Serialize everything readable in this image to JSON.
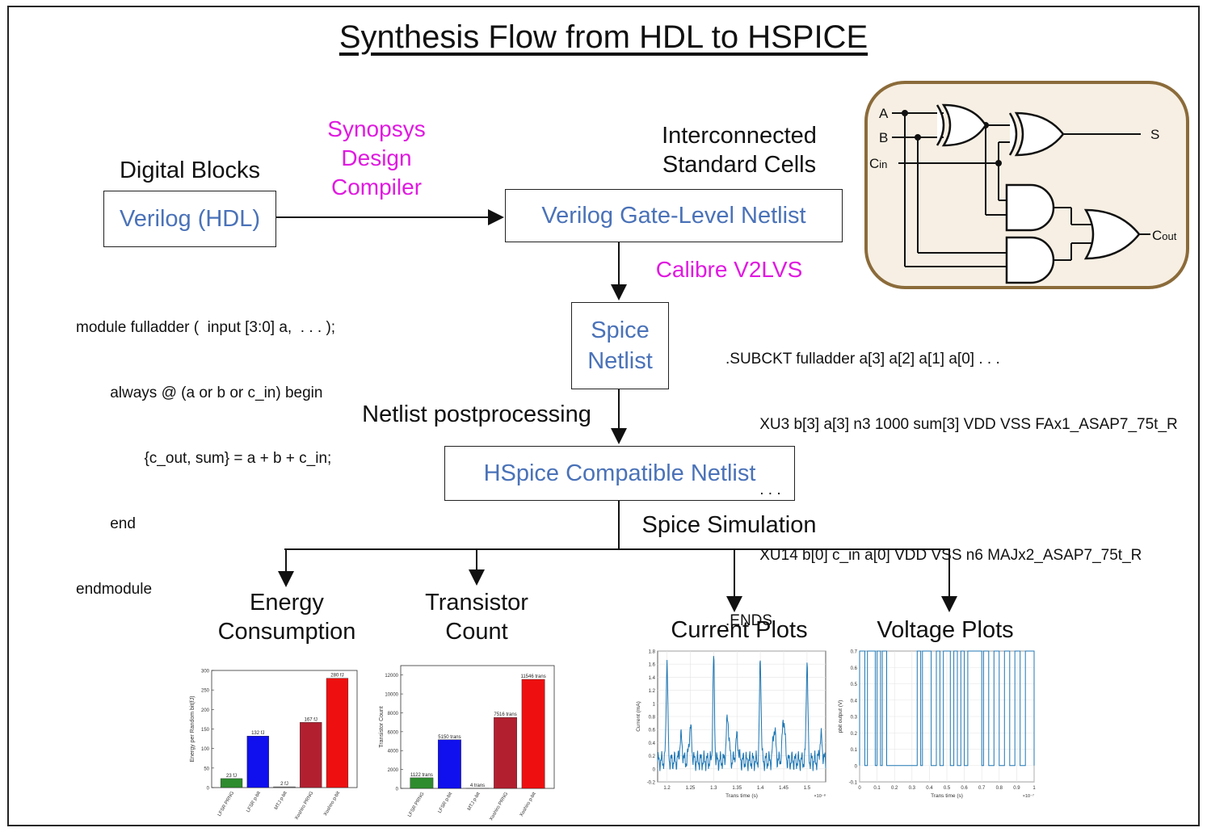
{
  "title": "Synthesis Flow from HDL to HSPICE",
  "nodes": {
    "digital_blocks_label": "Digital Blocks",
    "verilog_hdl": "Verilog (HDL)",
    "synopsys_tool": [
      "Synopsys",
      "Design",
      "Compiler"
    ],
    "interconnected_label": [
      "Interconnected",
      "Standard Cells"
    ],
    "gate_level_netlist": "Verilog Gate-Level Netlist",
    "calibre_tool": "Calibre V2LVS",
    "spice_netlist": [
      "Spice",
      "Netlist"
    ],
    "postprocessing_label": "Netlist postprocessing",
    "hspice_netlist": "HSpice Compatible Netlist",
    "spice_simulation_label": "Spice Simulation"
  },
  "verilog_code": [
    "module fulladder (  input [3:0] a,  . . . );",
    "        always @ (a or b or c_in) begin",
    "                {c_out, sum} = a + b + c_in;",
    "        end",
    "endmodule"
  ],
  "spice_code": [
    ".SUBCKT fulladder a[3] a[2] a[1] a[0] . . .",
    "        XU3 b[3] a[3] n3 1000 sum[3] VDD VSS FAx1_ASAP7_75t_R",
    "        . . .",
    "        XU14 b[0] c_in a[0] VDD VSS n6 MAJx2_ASAP7_75t_R",
    ".ENDS"
  ],
  "circuit": {
    "inputs": [
      "A",
      "B",
      "C",
      "in"
    ],
    "outputs": [
      "S",
      "C",
      "out"
    ],
    "border_color": "#8b6b3a",
    "fill_color": "#f7efe3"
  },
  "outputs": {
    "energy": [
      "Energy",
      "Consumption"
    ],
    "transistor": [
      "Transistor",
      "Count"
    ],
    "current": "Current Plots",
    "voltage": "Voltage Plots"
  },
  "colors": {
    "tool": "#e019e0",
    "box_text": "#4a72b8",
    "plot_line": "#1f77b4"
  },
  "chart_data": [
    {
      "type": "bar",
      "ylabel": "Energy per Random bit(fJ)",
      "categories": [
        "LFSR PRNG",
        "LFSR p-bit",
        "MTJ p-bit",
        "Xoshiro PRNG",
        "Xoshiro p-bit"
      ],
      "values": [
        23,
        132,
        2,
        167,
        280
      ],
      "data_labels": [
        "23 fJ",
        "132 fJ",
        "2 fJ",
        "167 fJ",
        "280 fJ"
      ],
      "colors": [
        "#2e8b2e",
        "#1010ee",
        "#888888",
        "#b22030",
        "#ee1010"
      ],
      "ylim": [
        0,
        300
      ],
      "yticks": [
        "0",
        "50",
        "100",
        "150",
        "200",
        "250",
        "300"
      ]
    },
    {
      "type": "bar",
      "ylabel": "Transistor Count",
      "categories": [
        "LFSR PRNG",
        "LFSR p-bit",
        "MTJ p-bit",
        "Xoshiro PRNG",
        "Xoshiro p-bit"
      ],
      "values": [
        1122,
        5150,
        4,
        7516,
        11546
      ],
      "data_labels": [
        "1122 trans",
        "5150 trans",
        "4 trans",
        "7516 trans",
        "11546 trans"
      ],
      "colors": [
        "#2e8b2e",
        "#1010ee",
        "#888888",
        "#b22030",
        "#ee1010"
      ],
      "ylim": [
        0,
        13000
      ],
      "yticks": [
        "0",
        "2000",
        "4000",
        "6000",
        "8000",
        "10000",
        "12000"
      ]
    },
    {
      "type": "line",
      "ylabel": "Current (mA)",
      "xlabel": "Trans time (s)",
      "xmultiplier": "×10⁻⁸",
      "xlim": [
        1.18,
        1.54
      ],
      "ylim": [
        -0.2,
        1.8
      ],
      "xticks": [
        "1.2",
        "1.25",
        "1.3",
        "1.35",
        "1.4",
        "1.45",
        "1.5"
      ],
      "yticks": [
        "-0.2",
        "0",
        "0.2",
        "0.4",
        "0.6",
        "0.8",
        "1",
        "1.2",
        "1.4",
        "1.6",
        "1.8"
      ],
      "peaks": [
        1.2,
        1.3,
        1.4,
        1.5
      ],
      "peak_value": 1.55,
      "secondary_peaks": [
        1.23,
        1.25,
        1.33,
        1.35,
        1.43,
        1.45,
        1.53
      ]
    },
    {
      "type": "line",
      "ylabel": "pbit output (V)",
      "xlabel": "Trans time (s)",
      "xmultiplier": "×10⁻⁷",
      "xlim": [
        0,
        1
      ],
      "ylim": [
        -0.1,
        0.7
      ],
      "xticks": [
        "0",
        "0.1",
        "0.2",
        "0.3",
        "0.4",
        "0.5",
        "0.6",
        "0.7",
        "0.8",
        "0.9",
        "1"
      ],
      "yticks": [
        "-0.1",
        "0",
        "0.1",
        "0.2",
        "0.3",
        "0.4",
        "0.5",
        "0.6",
        "0.7"
      ],
      "high_level": 0.7,
      "low_level": 0,
      "high_intervals": [
        [
          0,
          0.03
        ],
        [
          0.045,
          0.09
        ],
        [
          0.1,
          0.12
        ],
        [
          0.13,
          0.155
        ],
        [
          0.33,
          0.35
        ],
        [
          0.36,
          0.41
        ],
        [
          0.44,
          0.46
        ],
        [
          0.48,
          0.52
        ],
        [
          0.54,
          0.56
        ],
        [
          0.58,
          0.6
        ],
        [
          0.62,
          0.7
        ],
        [
          0.71,
          0.74
        ],
        [
          0.77,
          0.8
        ],
        [
          0.83,
          0.86
        ],
        [
          0.89,
          0.92
        ],
        [
          0.95,
          1.0
        ]
      ]
    }
  ]
}
